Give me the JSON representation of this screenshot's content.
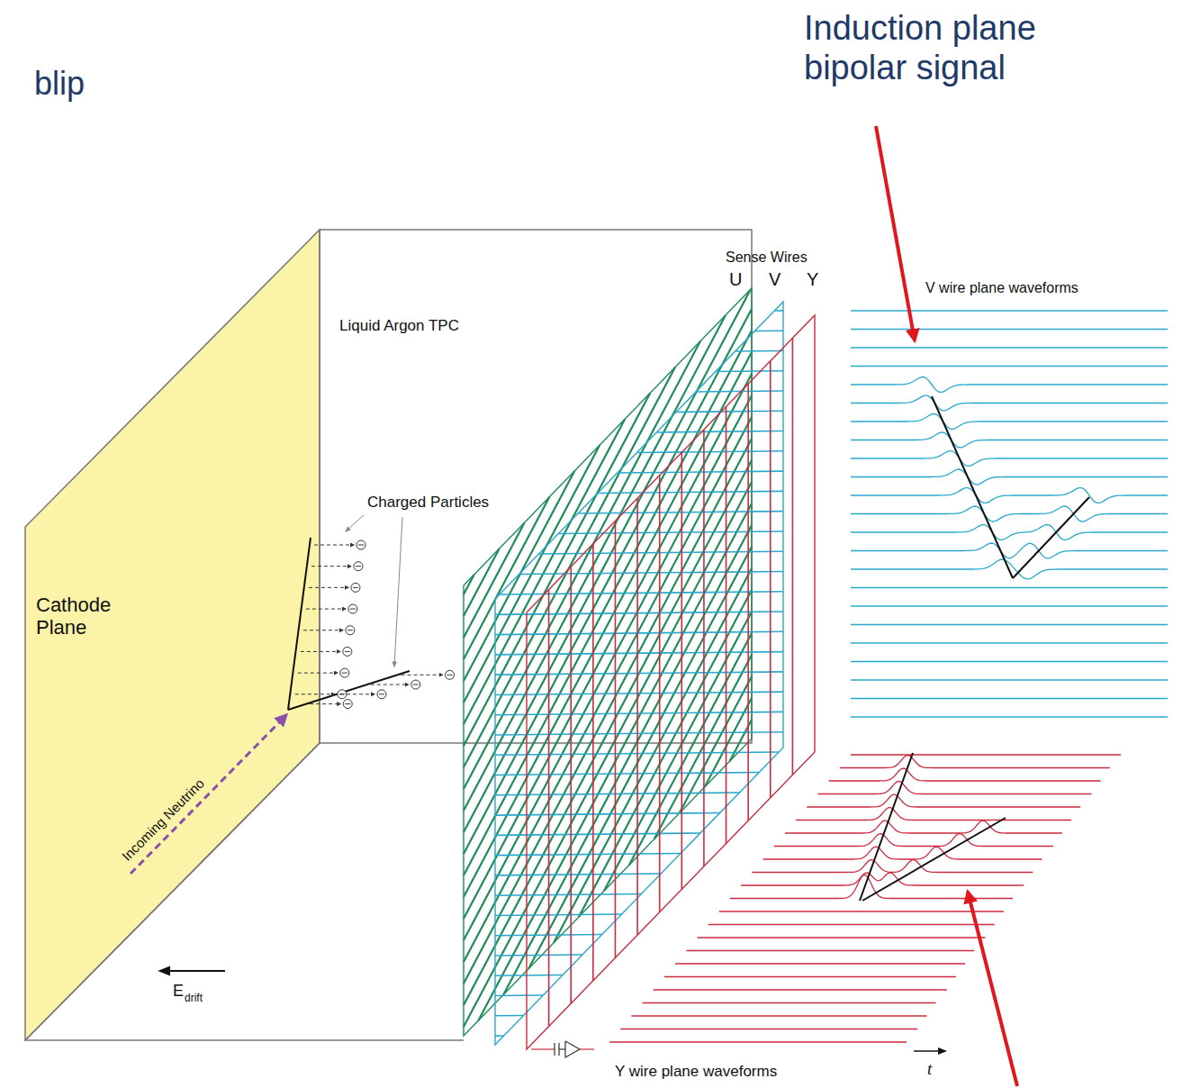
{
  "diagram": {
    "labels": [
      "blip",
      "Induction plane bipolar signal",
      "Sense Wires",
      "U",
      "V",
      "Y",
      "V wire plane waveforms",
      "Liquid Argon TPC",
      "Charged Particles",
      "Cathode Plane",
      "Incoming Neutrino",
      "E",
      "drift",
      "Y wire plane waveforms",
      "t"
    ]
  }
}
